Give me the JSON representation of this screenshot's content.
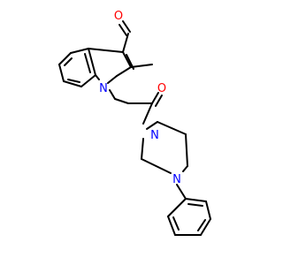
{
  "molecule": {
    "atoms": {
      "aldehyde_O": "O",
      "indole_N": "N",
      "ketone_O": "O",
      "piperazine_N1": "N",
      "piperazine_N4": "N"
    },
    "colors": {
      "oxygen": "#ff0000",
      "nitrogen": "#0000ff",
      "bond": "#000000",
      "background": "#ffffff"
    }
  }
}
